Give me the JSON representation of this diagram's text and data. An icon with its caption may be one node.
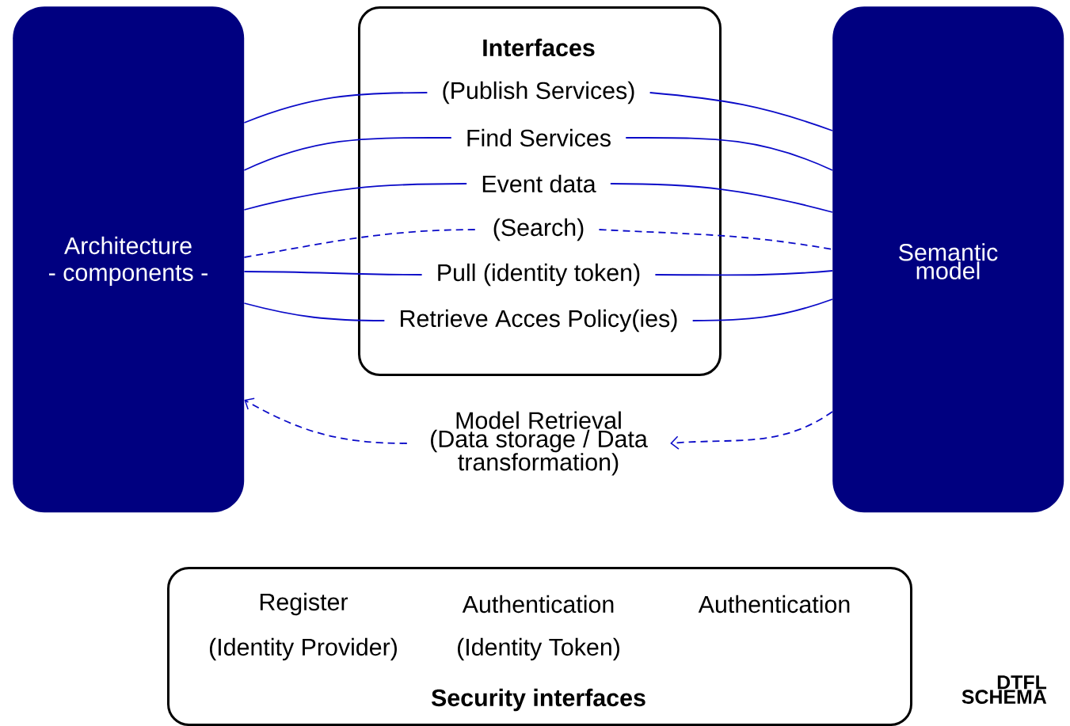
{
  "diagram": {
    "nodes": [
      {
        "text": [
          "Architecture",
          "- components -"
        ]
      },
      {
        "text": [
          "Interfaces"
        ]
      },
      {
        "text": [
          "(Publish Services)"
        ],
        "in": 1
      },
      {
        "text": [
          "Find Services"
        ],
        "in": 1
      },
      {
        "text": [
          "Event data"
        ],
        "in": 1
      },
      {
        "text": [
          "(Search)"
        ],
        "in": 1
      },
      {
        "text": [
          "Pull (identity token)"
        ],
        "in": 1
      },
      {
        "text": [
          "Retrieve Acces Policy(ies)"
        ],
        "in": 1
      },
      {
        "text": [
          "Semantic model"
        ]
      },
      {
        "text": [
          "Model Retrieval (Data storage / Data transformation)"
        ]
      },
      {
        "text": [
          "Register",
          "(Identity Provider)",
          "Authentication",
          "(Identity Token)",
          "Authentication",
          "Security interfaces"
        ]
      }
    ],
    "edges": [
      {
        "from": 0,
        "to": 2,
        "arrow": "none"
      },
      {
        "from": 0,
        "to": 3,
        "arrow": "none"
      },
      {
        "from": 0,
        "to": 4,
        "arrow": "none"
      },
      {
        "from": 0,
        "to": 5,
        "arrow": "none",
        "style": "dashed"
      },
      {
        "from": 0,
        "to": 6,
        "arrow": "none"
      },
      {
        "from": 0,
        "to": 7,
        "arrow": "none"
      },
      {
        "from": 2,
        "to": 8,
        "arrow": "none"
      },
      {
        "from": 3,
        "to": 8,
        "arrow": "none"
      },
      {
        "from": 4,
        "to": 8,
        "arrow": "none"
      },
      {
        "from": 5,
        "to": 8,
        "arrow": "none",
        "style": "dashed"
      },
      {
        "from": 6,
        "to": 8,
        "arrow": "none"
      },
      {
        "from": 7,
        "to": 8,
        "arrow": "none"
      },
      {
        "from": 8,
        "to": 9,
        "arrow": "to",
        "style": "dashed"
      },
      {
        "from": 9,
        "to": 0,
        "arrow": "to",
        "style": "dashed"
      }
    ],
    "labels": [
      "DTFL SCHEMA"
    ]
  }
}
